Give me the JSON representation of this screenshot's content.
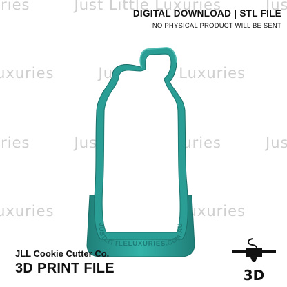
{
  "watermark": {
    "text": "Just Little Luxuries"
  },
  "header": {
    "title": "DIGITAL DOWNLOAD | STL FILE",
    "subtitle": "NO PHYSICAL PRODUCT WILL BE SENT"
  },
  "product": {
    "embossed_text": "JUSTLITTLELUXURIES.COM.AU",
    "color": "#2a9d94",
    "shape_icon": "bottle-cookie-cutter"
  },
  "footer": {
    "brand": "JLL Cookie Cutter Co.",
    "label": "3D PRINT FILE"
  },
  "badge": {
    "icon": "3d-printer-icon",
    "text": "3D"
  }
}
